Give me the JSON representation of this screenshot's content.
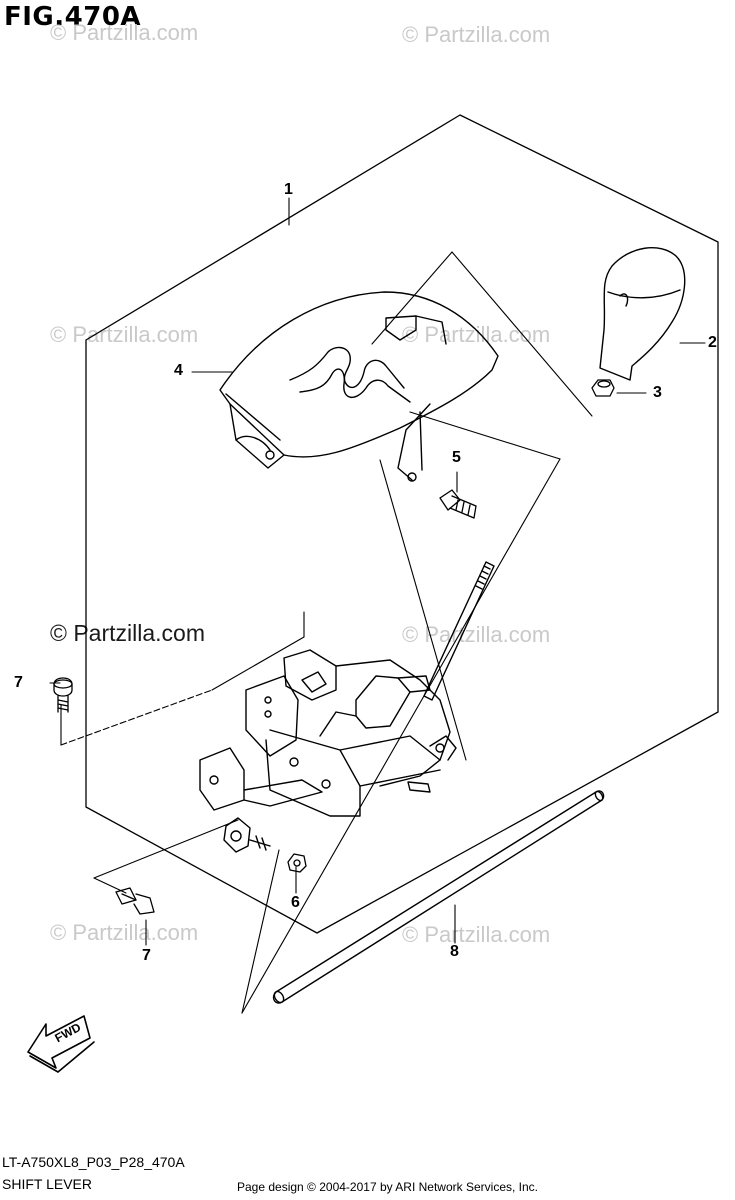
{
  "figure": {
    "title": "FIG.470A"
  },
  "watermarks": [
    "© Partzilla.com",
    "© Partzilla.com",
    "© Partzilla.com",
    "© Partzilla.com",
    "© Partzilla.com",
    "© Partzilla.com",
    "© Partzilla.com",
    "© Partzilla.com",
    "© Partzilla.com"
  ],
  "callouts": {
    "c1": "1",
    "c2": "2",
    "c3": "3",
    "c4": "4",
    "c5": "5",
    "c6": "6",
    "c7a": "7",
    "c7b": "7",
    "c8": "8"
  },
  "fwd_label": "FWD",
  "footer": {
    "model_code": "LT-A750XL8_P03_P28_470A",
    "section_name": "SHIFT LEVER",
    "credit": "Page design © 2004-2017 by ARI Network Services, Inc."
  },
  "colors": {
    "line": "#000000",
    "watermark": "#c9c9c9",
    "background": "#ffffff"
  }
}
